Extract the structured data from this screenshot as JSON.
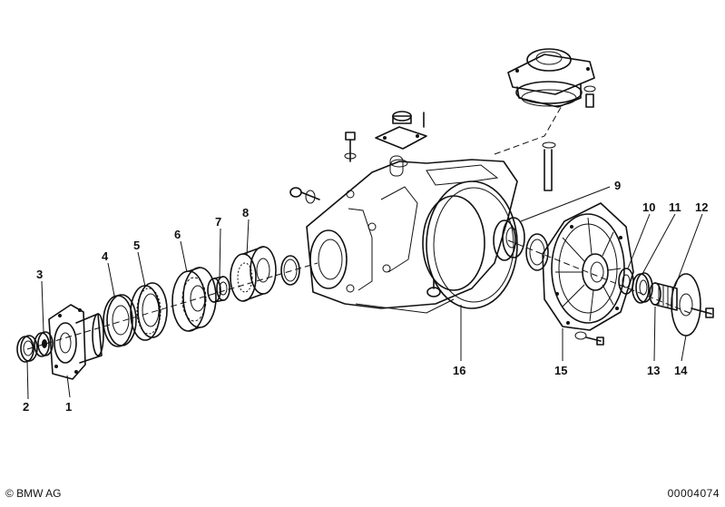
{
  "callouts": [
    "1",
    "2",
    "3",
    "4",
    "5",
    "6",
    "7",
    "8",
    "9",
    "10",
    "11",
    "12",
    "13",
    "14",
    "15",
    "16"
  ],
  "footer": {
    "copyright": "© BMW AG",
    "doc_number": "00004074"
  }
}
